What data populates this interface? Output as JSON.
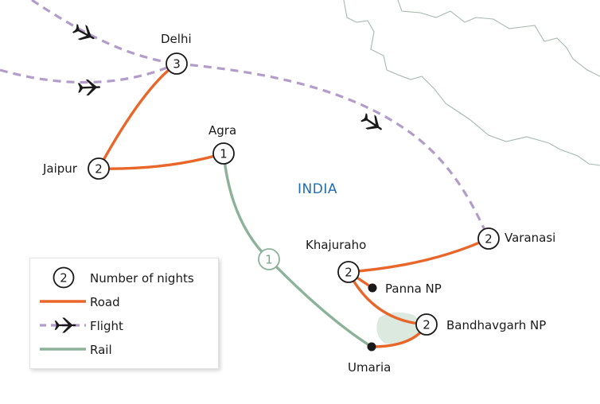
{
  "colors": {
    "road": "#e8662a",
    "flight": "#b29cc9",
    "rail": "#8db29a",
    "border": "#a8b8ae",
    "park_area": "#dbe9df",
    "country_label": "#1e6db5",
    "node_stroke": "#1a1a1a"
  },
  "country_label": "INDIA",
  "places": {
    "delhi": {
      "name": "Delhi",
      "nights": "3"
    },
    "agra": {
      "name": "Agra",
      "nights": "1"
    },
    "jaipur": {
      "name": "Jaipur",
      "nights": "2"
    },
    "varanasi": {
      "name": "Varanasi",
      "nights": "2"
    },
    "khajuraho": {
      "name": "Khajuraho",
      "nights": "2"
    },
    "panna": {
      "name": "Panna NP"
    },
    "bandhavgarh": {
      "name": "Bandhavgarh NP",
      "nights": "2"
    },
    "umaria": {
      "name": "Umaria"
    }
  },
  "rail_segment_nights": "1",
  "legend": {
    "nights_sample": "2",
    "nights_label": "Number of nights",
    "road_label": "Road",
    "flight_label": "Flight",
    "rail_label": "Rail"
  },
  "icons": {
    "plane": "plane-icon",
    "night_count": "night-count-circle-icon",
    "stop": "stop-dot-icon"
  }
}
